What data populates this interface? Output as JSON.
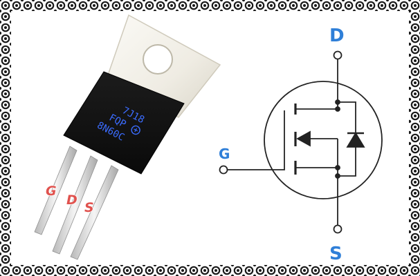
{
  "component": {
    "marking_line1": "7J18",
    "marking_line2": "FQP",
    "marking_line3": "8N60C",
    "logo_icon": "fairchild-logo-icon"
  },
  "photo_pin_labels": [
    "G",
    "D",
    "S"
  ],
  "symbol_pin_labels": {
    "drain": "D",
    "gate": "G",
    "source": "S"
  },
  "colors": {
    "label_blue": "#2f7fd8",
    "label_red": "#e0524e",
    "marking_blue": "#3b6cff",
    "tab_metal": "#f2f0e9",
    "body_black": "#111111",
    "border_chain": "#1a1a1a"
  },
  "icons": {
    "border": "chain-link-border",
    "symbol": "n-channel-mosfet-symbol",
    "body_diode": "diode-icon"
  }
}
